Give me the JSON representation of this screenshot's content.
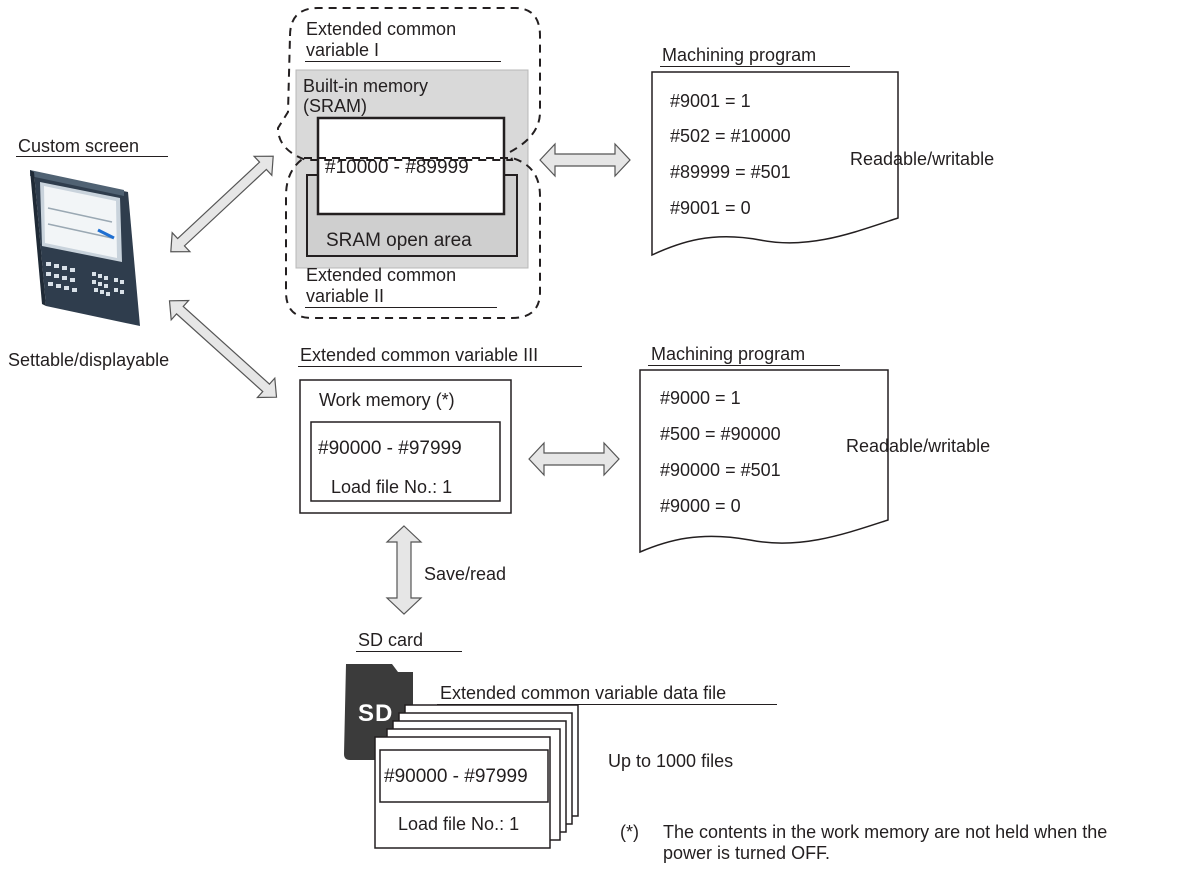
{
  "custom_screen": {
    "title": "Custom screen",
    "caption": "Settable/displayable"
  },
  "variable_I": {
    "title_line1": "Extended common",
    "title_line2": "variable I"
  },
  "variable_II": {
    "title_line1": "Extended common",
    "title_line2": "variable II"
  },
  "builtin_memory": {
    "label_line1": "Built-in memory",
    "label_line2": "(SRAM)",
    "range": "#10000 - #89999",
    "open_area": "SRAM open area"
  },
  "program_top": {
    "title": "Machining program",
    "lines": [
      "#9001 = 1",
      "#502 = #10000",
      "#89999 = #501",
      "#9001 = 0"
    ],
    "access": "Readable/writable"
  },
  "variable_III": {
    "title": "Extended common variable III",
    "work_memory": "Work memory (*)",
    "range": "#90000 - #97999",
    "load_file": "Load file No.: 1"
  },
  "program_bottom": {
    "title": "Machining program",
    "lines": [
      "#9000 = 1",
      "#500 = #90000",
      "#90000 = #501",
      "#9000 = 0"
    ],
    "access": "Readable/writable"
  },
  "save_read": "Save/read",
  "sd_card": {
    "title": "SD card",
    "icon_text": "SD",
    "data_file_title": "Extended common variable data file",
    "file_range": "#90000 - #97999",
    "file_load": "Load file No.: 1",
    "file_count": "Up to 1000 files"
  },
  "footnote": {
    "mark": "(*)",
    "line1": "The contents in the work memory are not held when the",
    "line2": "power is turned OFF."
  },
  "colors": {
    "ink": "#231f20",
    "sram_fill": "#d9d9d9",
    "arrow_fill": "#e6e6e6",
    "arrow_stroke": "#555555",
    "panel_dark": "#3a4a5c",
    "sd_dark": "#3b3b3b"
  }
}
